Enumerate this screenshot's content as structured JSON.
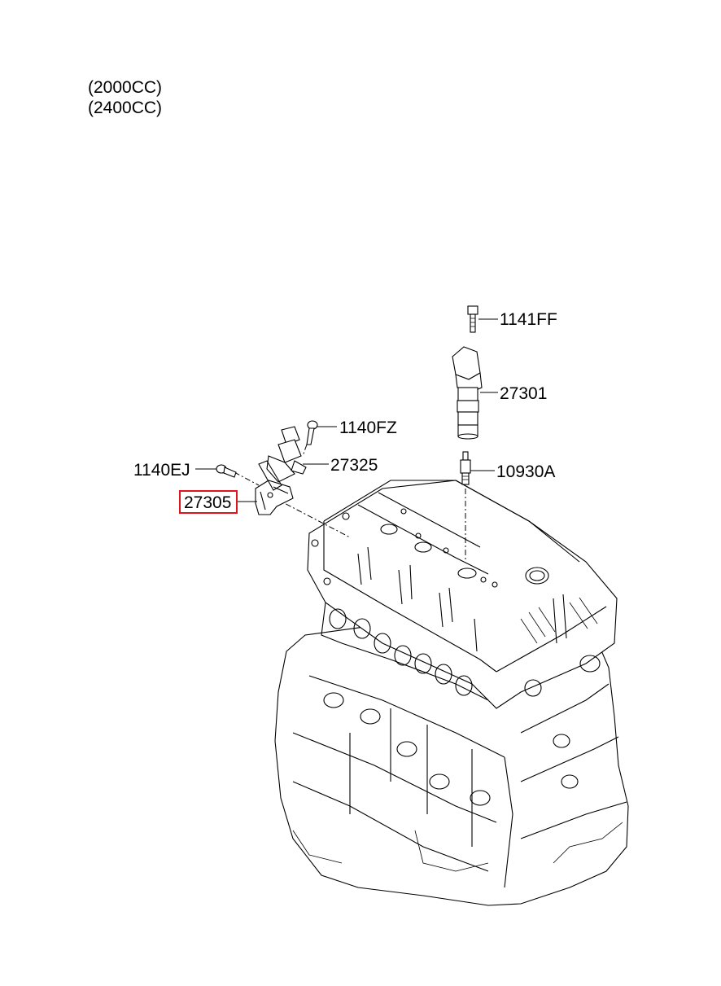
{
  "header": {
    "variants": [
      "(2000CC)",
      "(2400CC)"
    ]
  },
  "callouts": {
    "bolt_coil": "1141FF",
    "ignition_coil": "27301",
    "bolt_bracket_sensor": "1140FZ",
    "sensor": "27325",
    "spark_plug": "10930A",
    "bolt_bracket": "1140EJ",
    "bracket_highlighted": "27305"
  },
  "colors": {
    "highlight": "#e0141e",
    "line": "#000000",
    "background": "#ffffff"
  }
}
